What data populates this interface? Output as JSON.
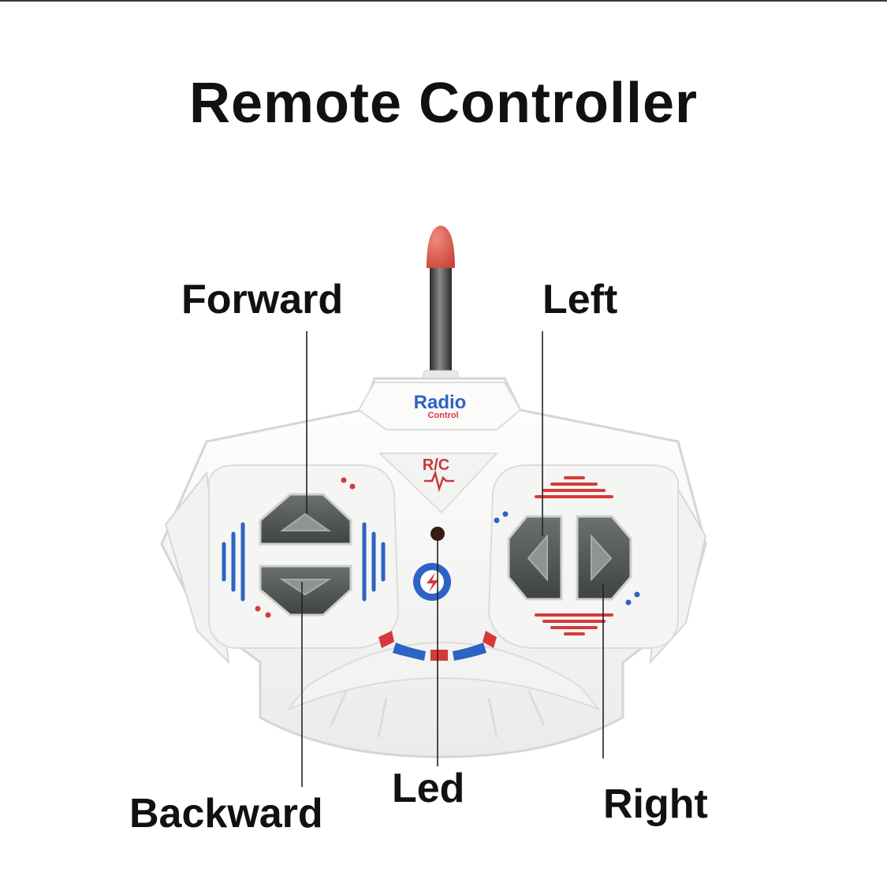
{
  "title": "Remote Controller",
  "labels": {
    "forward": "Forward",
    "left": "Left",
    "led": "Led",
    "backward": "Backward",
    "right": "Right"
  },
  "controller": {
    "brand_main": "Radio",
    "brand_sub": "Control",
    "badge": "R/C"
  },
  "colors": {
    "body": "#f7f7f5",
    "outline": "#d8d8d6",
    "button": "#555a5a",
    "accent_blue": "#2d63c4",
    "accent_red": "#d7393b",
    "antenna_tip": "#d7574a"
  }
}
